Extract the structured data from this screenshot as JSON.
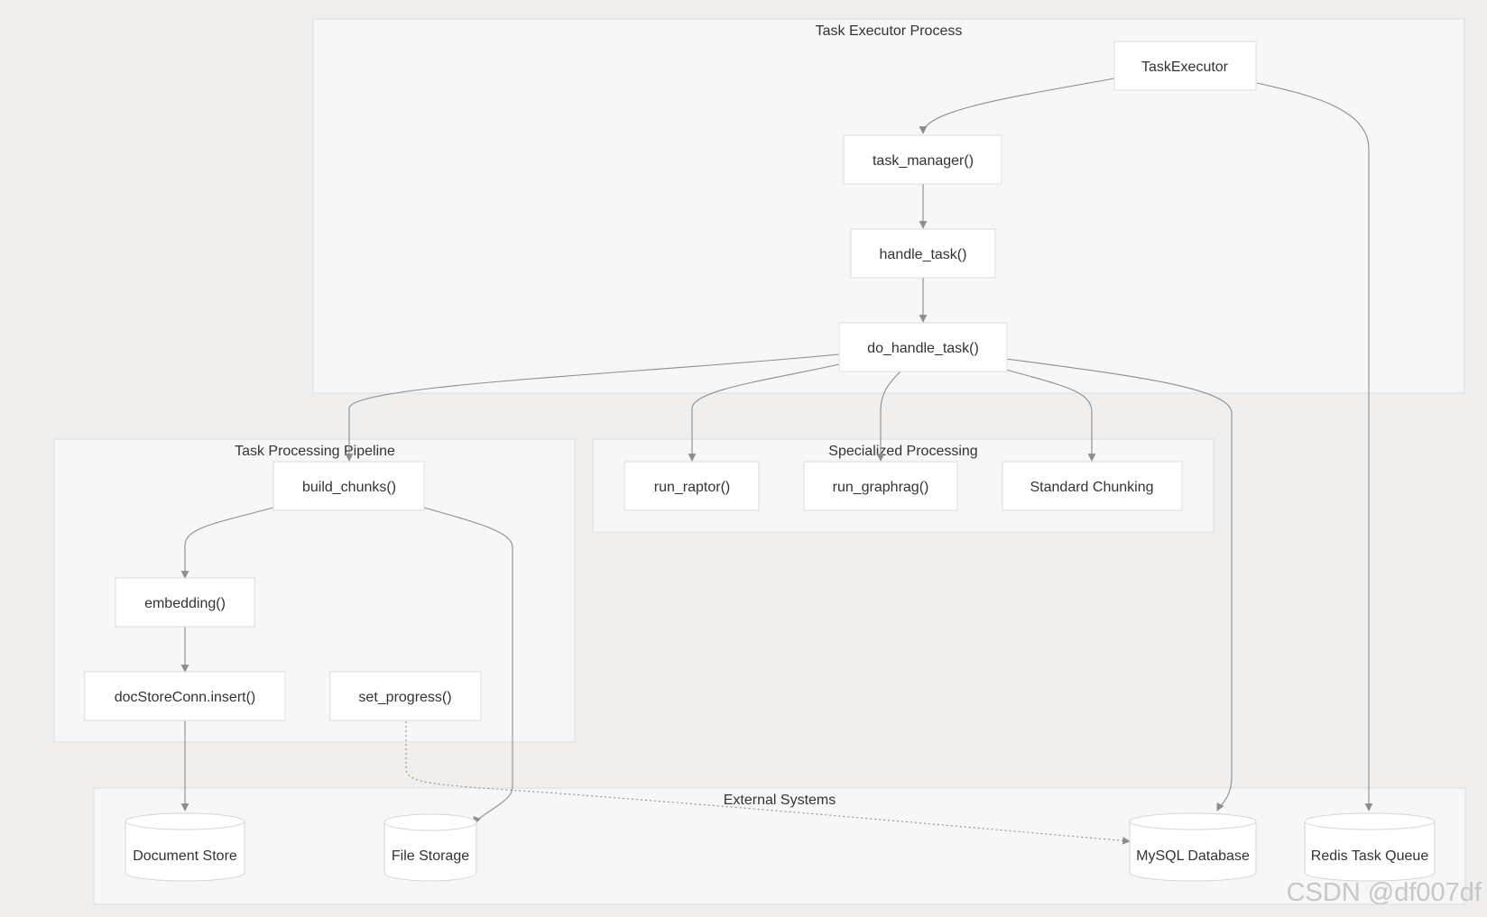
{
  "clusters": {
    "executor": "Task Executor Process",
    "pipeline": "Task Processing Pipeline",
    "specialized": "Specialized Processing",
    "external": "External Systems"
  },
  "nodes": {
    "task_executor": "TaskExecutor",
    "task_manager": "task_manager()",
    "handle_task": "handle_task()",
    "do_handle_task": "do_handle_task()",
    "build_chunks": "build_chunks()",
    "embedding": "embedding()",
    "doc_store_insert": "docStoreConn.insert()",
    "set_progress": "set_progress()",
    "run_raptor": "run_raptor()",
    "run_graphrag": "run_graphrag()",
    "standard_chunking": "Standard Chunking",
    "document_store": "Document Store",
    "file_storage": "File Storage",
    "mysql_database": "MySQL Database",
    "redis_task_queue": "Redis Task Queue"
  },
  "watermark": "CSDN @df007df",
  "colors": {
    "background": "#f0efed",
    "cluster_fill": "#f7f7f7",
    "node_fill": "#ffffff",
    "edge": "#8d8d8d"
  }
}
